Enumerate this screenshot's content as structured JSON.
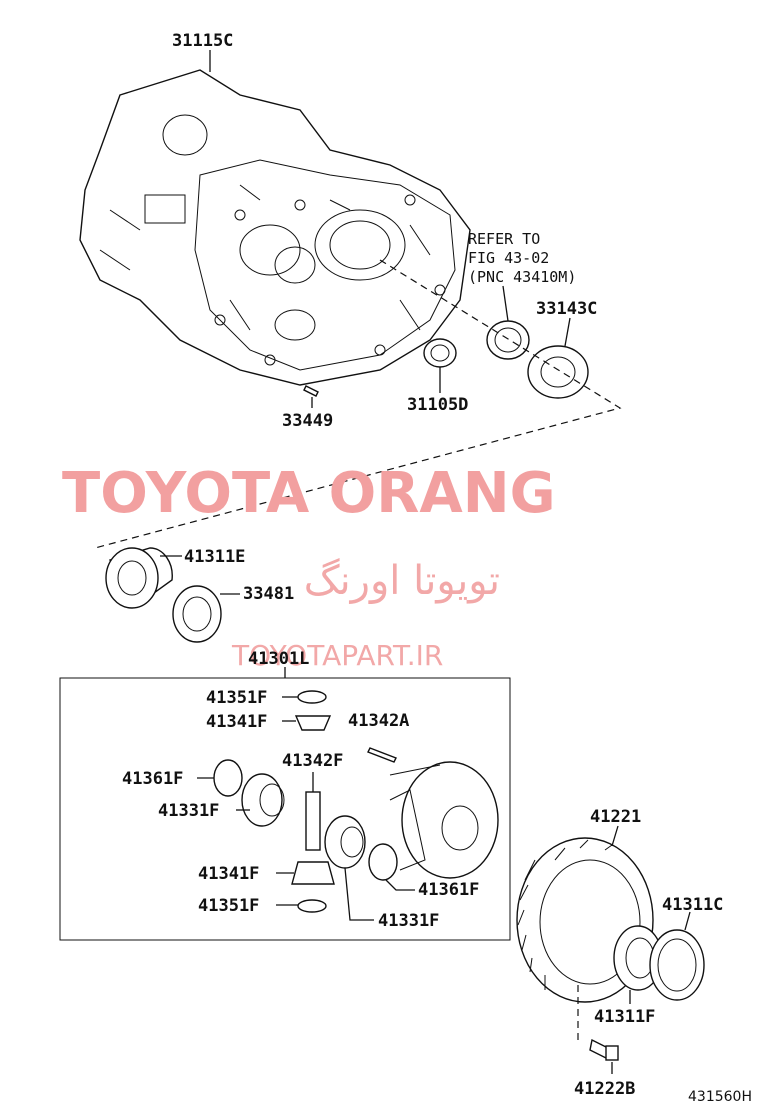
{
  "watermark": {
    "brand": "TOYOTA ORANG",
    "brand_fa": "تویوتا اورنگ",
    "site": "TOYOTAPART.IR"
  },
  "note": {
    "line1": "REFER TO",
    "line2": "FIG 43-02",
    "line3": "(PNC 43410M)"
  },
  "labels": {
    "p31115C": "31115C",
    "p33143C": "33143C",
    "p31105D": "31105D",
    "p33449": "33449",
    "p41311E": "41311E",
    "p33481": "33481",
    "p41301L": "41301L",
    "p41351F_top": "41351F",
    "p41341F_top": "41341F",
    "p41342A": "41342A",
    "p41342F": "41342F",
    "p41361F_left": "41361F",
    "p41331F_left": "41331F",
    "p41341F_bottom": "41341F",
    "p41351F_bottom": "41351F",
    "p41361F_right": "41361F",
    "p41331F_bottom": "41331F",
    "p41221": "41221",
    "p41311C": "41311C",
    "p41311F": "41311F",
    "p41222B": "41222B"
  },
  "figure_code": "431560H"
}
